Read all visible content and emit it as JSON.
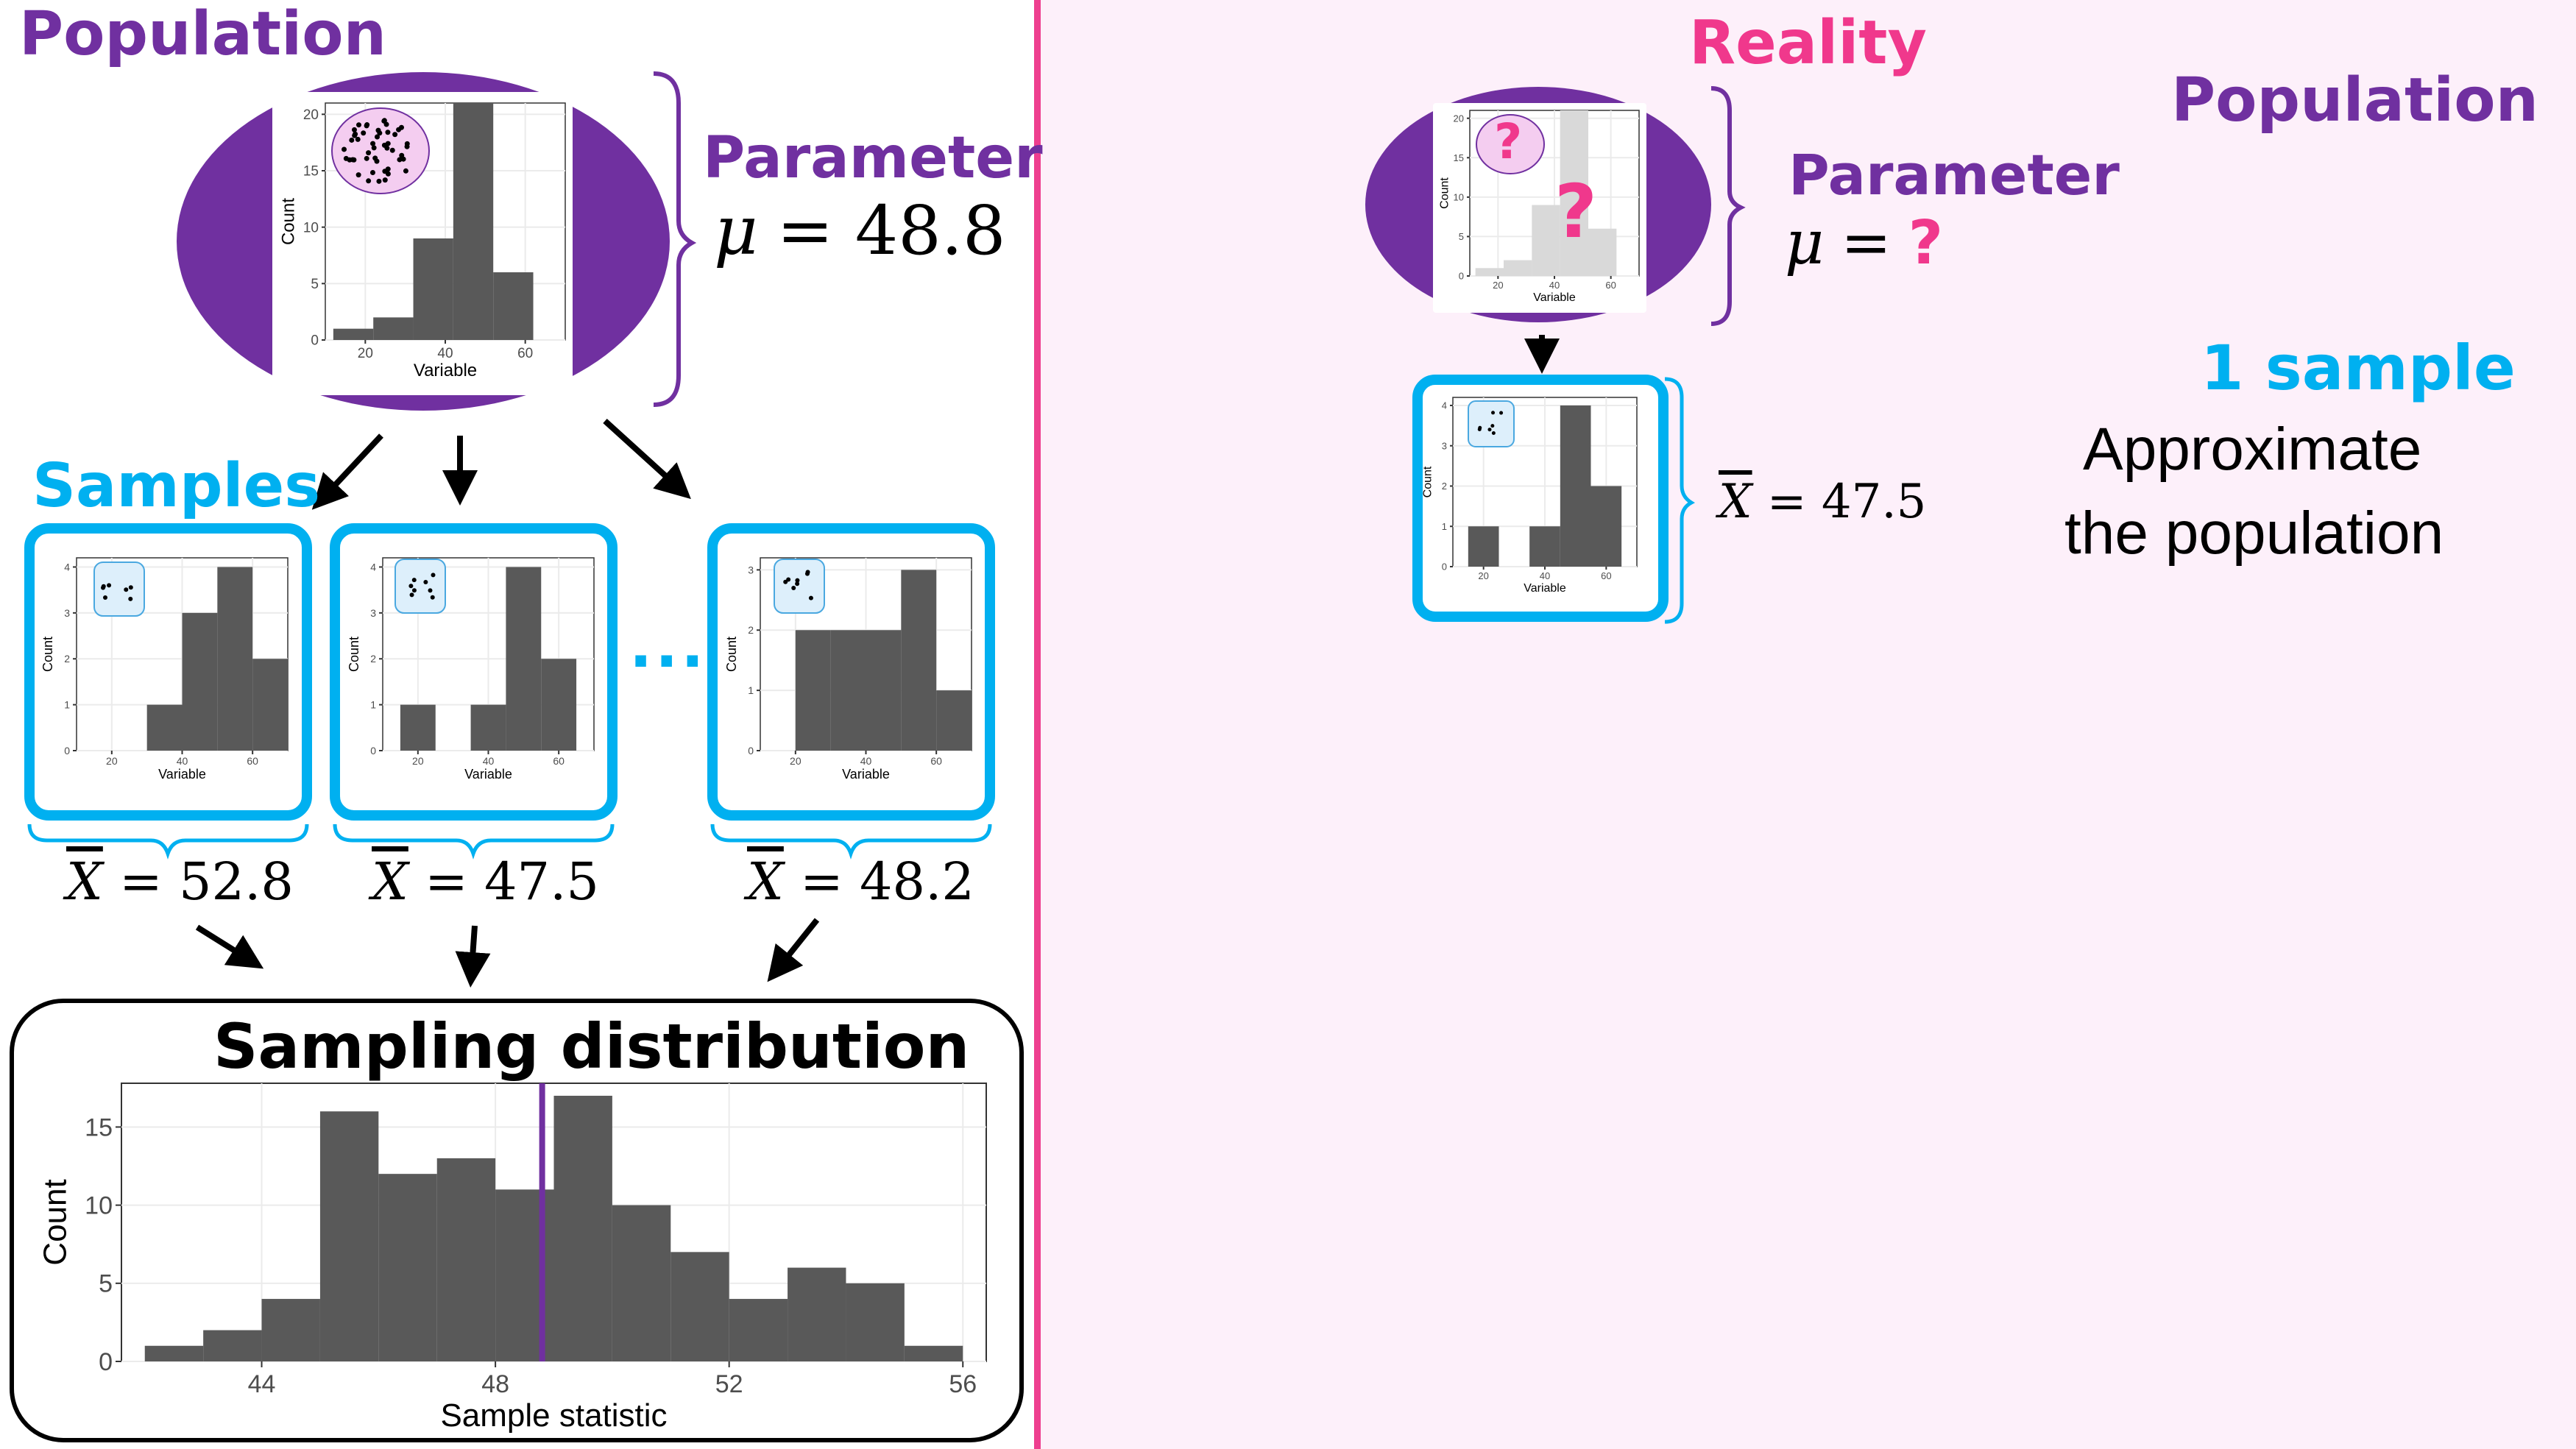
{
  "left": {
    "population_title": "Population",
    "parameter_label": "Parameter",
    "mu_symbol": "μ",
    "mu_value": "= 48.8",
    "samples_title": "Samples",
    "ellipsis": "...",
    "sample_means": [
      {
        "symbol": "X",
        "value": "= 52.8"
      },
      {
        "symbol": "X",
        "value": "= 47.5"
      },
      {
        "symbol": "X",
        "value": "= 48.2"
      }
    ],
    "sampling_title": "Sampling distribution"
  },
  "right": {
    "reality_title": "Reality",
    "population_title": "Population",
    "parameter_label": "Parameter",
    "mu_symbol": "μ",
    "mu_eq": "=",
    "mu_unknown": "?",
    "unknown_mark": "?",
    "sample_mean": {
      "symbol": "X",
      "value": "= 47.5"
    },
    "one_sample_title": "1 sample",
    "approx_line1": "Approximate",
    "approx_line2": "the population"
  },
  "colors": {
    "purple": "#7030a0",
    "blue": "#00b0f0",
    "pink": "#f0388c",
    "bar": "#595959",
    "right_bg": "#fdf0fa"
  },
  "chart_data": [
    {
      "id": "population_hist",
      "type": "bar",
      "xlabel": "Variable",
      "ylabel": "Count",
      "xlim": [
        10,
        70
      ],
      "ylim": [
        0,
        21
      ],
      "xticks": [
        20,
        40,
        60
      ],
      "yticks": [
        0,
        5,
        10,
        15,
        20
      ],
      "bins": [
        {
          "x0": 12,
          "x1": 22,
          "y": 1
        },
        {
          "x0": 22,
          "x1": 32,
          "y": 2
        },
        {
          "x0": 32,
          "x1": 42,
          "y": 9
        },
        {
          "x0": 42,
          "x1": 52,
          "y": 21
        },
        {
          "x0": 52,
          "x1": 62,
          "y": 6
        }
      ]
    },
    {
      "id": "sample1_hist",
      "type": "bar",
      "xlabel": "Variable",
      "ylabel": "Count",
      "xlim": [
        10,
        70
      ],
      "ylim": [
        0,
        4.2
      ],
      "xticks": [
        20,
        40,
        60
      ],
      "yticks": [
        0,
        1,
        2,
        3,
        4
      ],
      "bins": [
        {
          "x0": 30,
          "x1": 40,
          "y": 1
        },
        {
          "x0": 40,
          "x1": 50,
          "y": 3
        },
        {
          "x0": 50,
          "x1": 60,
          "y": 4
        },
        {
          "x0": 60,
          "x1": 70,
          "y": 2
        }
      ]
    },
    {
      "id": "sample2_hist",
      "type": "bar",
      "xlabel": "Variable",
      "ylabel": "Count",
      "xlim": [
        10,
        70
      ],
      "ylim": [
        0,
        4.2
      ],
      "xticks": [
        20,
        40,
        60
      ],
      "yticks": [
        0,
        1,
        2,
        3,
        4
      ],
      "bins": [
        {
          "x0": 15,
          "x1": 25,
          "y": 1
        },
        {
          "x0": 35,
          "x1": 45,
          "y": 1
        },
        {
          "x0": 45,
          "x1": 55,
          "y": 4
        },
        {
          "x0": 55,
          "x1": 65,
          "y": 2
        }
      ]
    },
    {
      "id": "sample3_hist",
      "type": "bar",
      "xlabel": "Variable",
      "ylabel": "Count",
      "xlim": [
        10,
        70
      ],
      "ylim": [
        0,
        3.2
      ],
      "xticks": [
        20,
        40,
        60
      ],
      "yticks": [
        0,
        1,
        2,
        3
      ],
      "bins": [
        {
          "x0": 20,
          "x1": 30,
          "y": 2
        },
        {
          "x0": 30,
          "x1": 40,
          "y": 2
        },
        {
          "x0": 40,
          "x1": 50,
          "y": 2
        },
        {
          "x0": 50,
          "x1": 60,
          "y": 3
        },
        {
          "x0": 60,
          "x1": 70,
          "y": 1
        }
      ]
    },
    {
      "id": "sampling_distribution",
      "type": "bar",
      "title": "Sampling distribution",
      "xlabel": "Sample statistic",
      "ylabel": "Count",
      "xlim": [
        41.6,
        56.4
      ],
      "ylim": [
        0,
        17.8
      ],
      "xticks": [
        44,
        48,
        52,
        56
      ],
      "yticks": [
        0,
        5,
        10,
        15
      ],
      "grid": true,
      "bins": [
        {
          "x0": 42,
          "x1": 43,
          "y": 1
        },
        {
          "x0": 43,
          "x1": 44,
          "y": 2
        },
        {
          "x0": 44,
          "x1": 45,
          "y": 4
        },
        {
          "x0": 45,
          "x1": 46,
          "y": 16
        },
        {
          "x0": 46,
          "x1": 47,
          "y": 12
        },
        {
          "x0": 47,
          "x1": 48,
          "y": 13
        },
        {
          "x0": 48,
          "x1": 49,
          "y": 11
        },
        {
          "x0": 49,
          "x1": 50,
          "y": 17
        },
        {
          "x0": 50,
          "x1": 51,
          "y": 10
        },
        {
          "x0": 51,
          "x1": 52,
          "y": 7
        },
        {
          "x0": 52,
          "x1": 53,
          "y": 4
        },
        {
          "x0": 53,
          "x1": 54,
          "y": 6
        },
        {
          "x0": 54,
          "x1": 55,
          "y": 5
        },
        {
          "x0": 55,
          "x1": 56,
          "y": 1
        }
      ],
      "reference_line": {
        "x": 48.8,
        "color": "#7030a0"
      }
    },
    {
      "id": "reality_population_hist",
      "type": "bar",
      "xlabel": "Variable",
      "ylabel": "Count",
      "xlim": [
        10,
        70
      ],
      "ylim": [
        0,
        21
      ],
      "xticks": [
        20,
        40,
        60
      ],
      "yticks": [
        0,
        5,
        10,
        15,
        20
      ],
      "bins": [
        {
          "x0": 12,
          "x1": 22,
          "y": 1
        },
        {
          "x0": 22,
          "x1": 32,
          "y": 2
        },
        {
          "x0": 32,
          "x1": 42,
          "y": 9
        },
        {
          "x0": 42,
          "x1": 52,
          "y": 21
        },
        {
          "x0": 52,
          "x1": 62,
          "y": 6
        }
      ]
    },
    {
      "id": "reality_sample_hist",
      "type": "bar",
      "xlabel": "Variable",
      "ylabel": "Count",
      "xlim": [
        10,
        70
      ],
      "ylim": [
        0,
        4.2
      ],
      "xticks": [
        20,
        40,
        60
      ],
      "yticks": [
        0,
        1,
        2,
        3,
        4
      ],
      "bins": [
        {
          "x0": 15,
          "x1": 25,
          "y": 1
        },
        {
          "x0": 35,
          "x1": 45,
          "y": 1
        },
        {
          "x0": 45,
          "x1": 55,
          "y": 4
        },
        {
          "x0": 55,
          "x1": 65,
          "y": 2
        }
      ]
    }
  ]
}
